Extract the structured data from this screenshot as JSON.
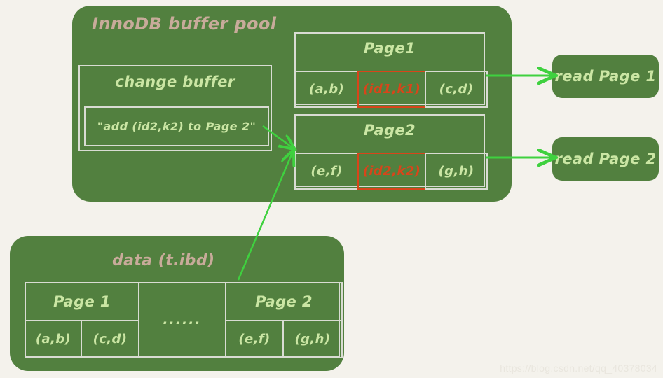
{
  "background_color": "#f4f2ec",
  "panel_color": "#52803f",
  "border_color": "#d9dcd3",
  "label_tan_color": "#c8ab9a",
  "label_light_color": "#cbe6a4",
  "highlight_red_color": "#d8451a",
  "arrow_color": "#3fd13f",
  "buffer_pool": {
    "title": "InnoDB buffer pool",
    "change_buffer": {
      "title": "change buffer",
      "entry": "\"add (id2,k2) to Page 2\""
    },
    "page1": {
      "title": "Page1",
      "cells": [
        {
          "text": "(a,b)",
          "highlight": false
        },
        {
          "text": "(id1,k1)",
          "highlight": true
        },
        {
          "text": "(c,d)",
          "highlight": false
        }
      ]
    },
    "page2": {
      "title": "Page2",
      "cells": [
        {
          "text": "(e,f)",
          "highlight": false
        },
        {
          "text": "(id2,k2)",
          "highlight": true
        },
        {
          "text": "(g,h)",
          "highlight": false
        }
      ]
    }
  },
  "actions": [
    {
      "label": "read Page 1"
    },
    {
      "label": "read Page 2"
    }
  ],
  "data_file": {
    "title": "data (t.ibd)",
    "page1": {
      "title": "Page 1",
      "cells": [
        "(a,b)",
        "(c,d)"
      ]
    },
    "ellipsis": "......",
    "page2": {
      "title": "Page 2",
      "cells": [
        "(e,f)",
        "(g,h)"
      ]
    }
  },
  "watermark": "https://blog.csdn.net/qq_40378034"
}
